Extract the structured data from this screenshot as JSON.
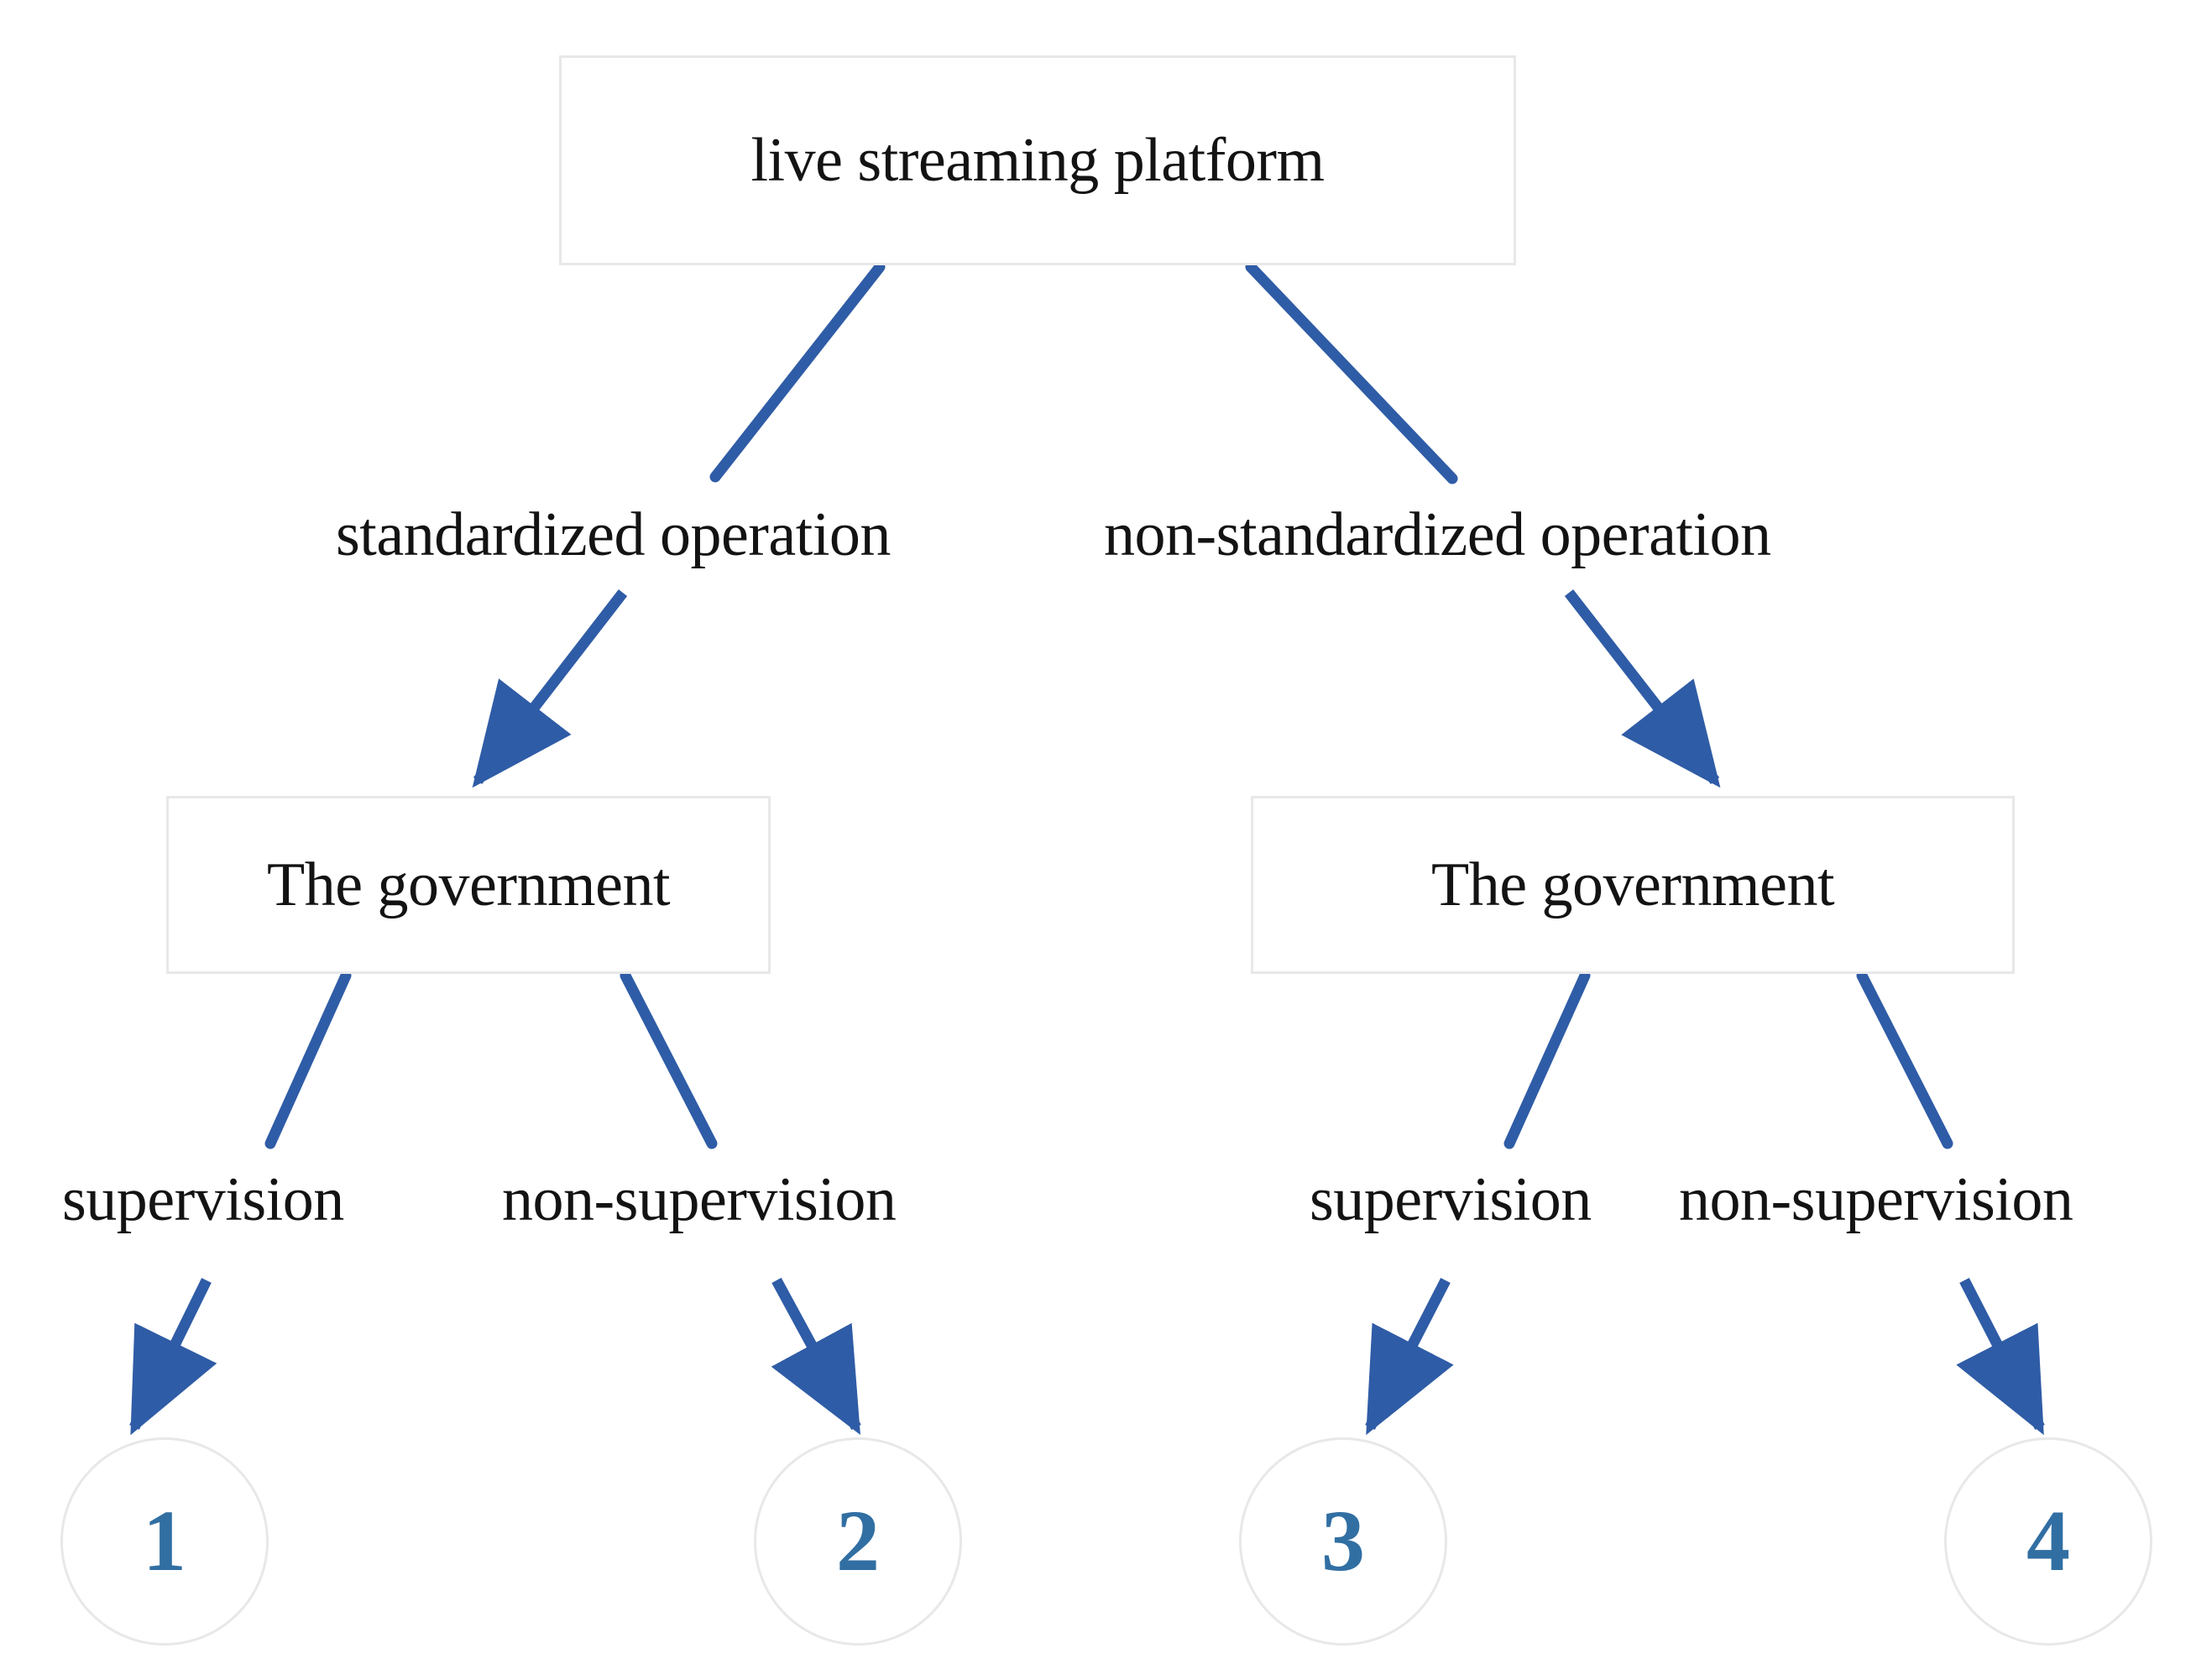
{
  "diagram": {
    "title_node": {
      "label": "live streaming platform"
    },
    "decision_nodes": [
      {
        "id": "gov-left",
        "label": "The government"
      },
      {
        "id": "gov-right",
        "label": "The government"
      }
    ],
    "edge_labels": {
      "level1_left": "standardized operation",
      "level1_right": "non-standardized operation",
      "level2_left_a": "supervision",
      "level2_left_b": "non-supervision",
      "level2_right_a": "supervision",
      "level2_right_b": "non-supervision"
    },
    "outcomes": [
      {
        "id": "outcome-1",
        "number": "1"
      },
      {
        "id": "outcome-2",
        "number": "2"
      },
      {
        "id": "outcome-3",
        "number": "3"
      },
      {
        "id": "outcome-4",
        "number": "4"
      }
    ],
    "colors": {
      "arrow": "#2f5ca6",
      "box_border": "#e8e8ea",
      "text": "#131313",
      "outcome_number": "#316fa3",
      "background": "#ffffff"
    }
  }
}
